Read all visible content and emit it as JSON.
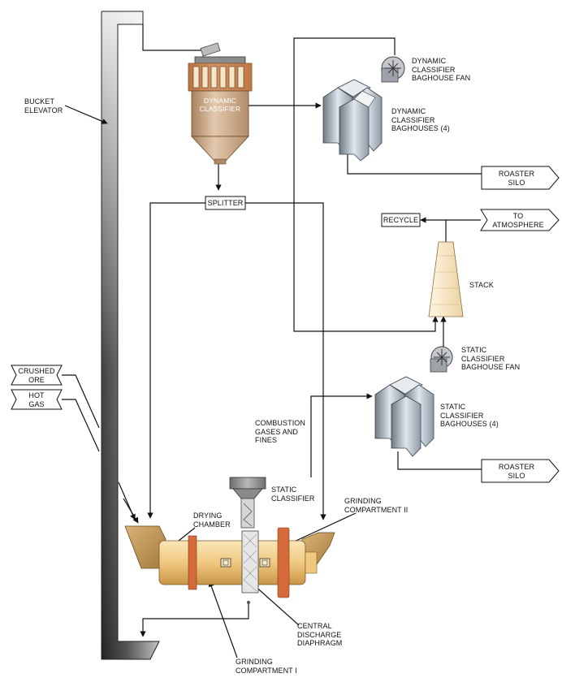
{
  "labels": {
    "bucket_elevator": "BUCKET\nELEVATOR",
    "dynamic_classifier": "DYNAMIC\nCLASSIFIER",
    "dynamic_fan": "DYNAMIC\nCLASSIFIER\nBAGHOUSE FAN",
    "dynamic_baghouses": "DYNAMIC\nCLASSIFIER\nBAGHOUSES (4)",
    "roaster_silo_1": "ROASTER\nSILO",
    "splitter": "SPLITTER",
    "recycle": "RECYCLE",
    "to_atmosphere": "TO\nATMOSPHERE",
    "stack": "STACK",
    "static_fan": "STATIC\nCLASSIFIER\nBAGHOUSE FAN",
    "crushed_ore": "CRUSHED\nORE",
    "hot_gas": "HOT\nGAS",
    "combustion_gases": "COMBUSTION\nGASES AND\nFINES",
    "static_baghouses": "STATIC\nCLASSIFIER\nBAGHOUSES (4)",
    "roaster_silo_2": "ROASTER\nSILO",
    "static_classifier": "STATIC\nCLASSIFIER",
    "grinding_compartment_2": "GRINDING\nCOMPARTMENT II",
    "drying_chamber": "DRYING\nCHAMBER",
    "central_discharge": "CENTRAL\nDISCHARGE\nDIAPHRAGM",
    "grinding_compartment_1": "GRINDING\nCOMPARTMENT I"
  },
  "colors": {
    "line": "#111111",
    "elevator_dark": "#3a3a3a",
    "elevator_light": "#e8e8e8",
    "classifier_body": "#c8a888",
    "classifier_band": "#b86a35",
    "mill_body": "#f1d39a",
    "mill_ring": "#d76a3a",
    "baghouse": "#b8c2cc",
    "stack_fill": "#f7e7c8"
  }
}
